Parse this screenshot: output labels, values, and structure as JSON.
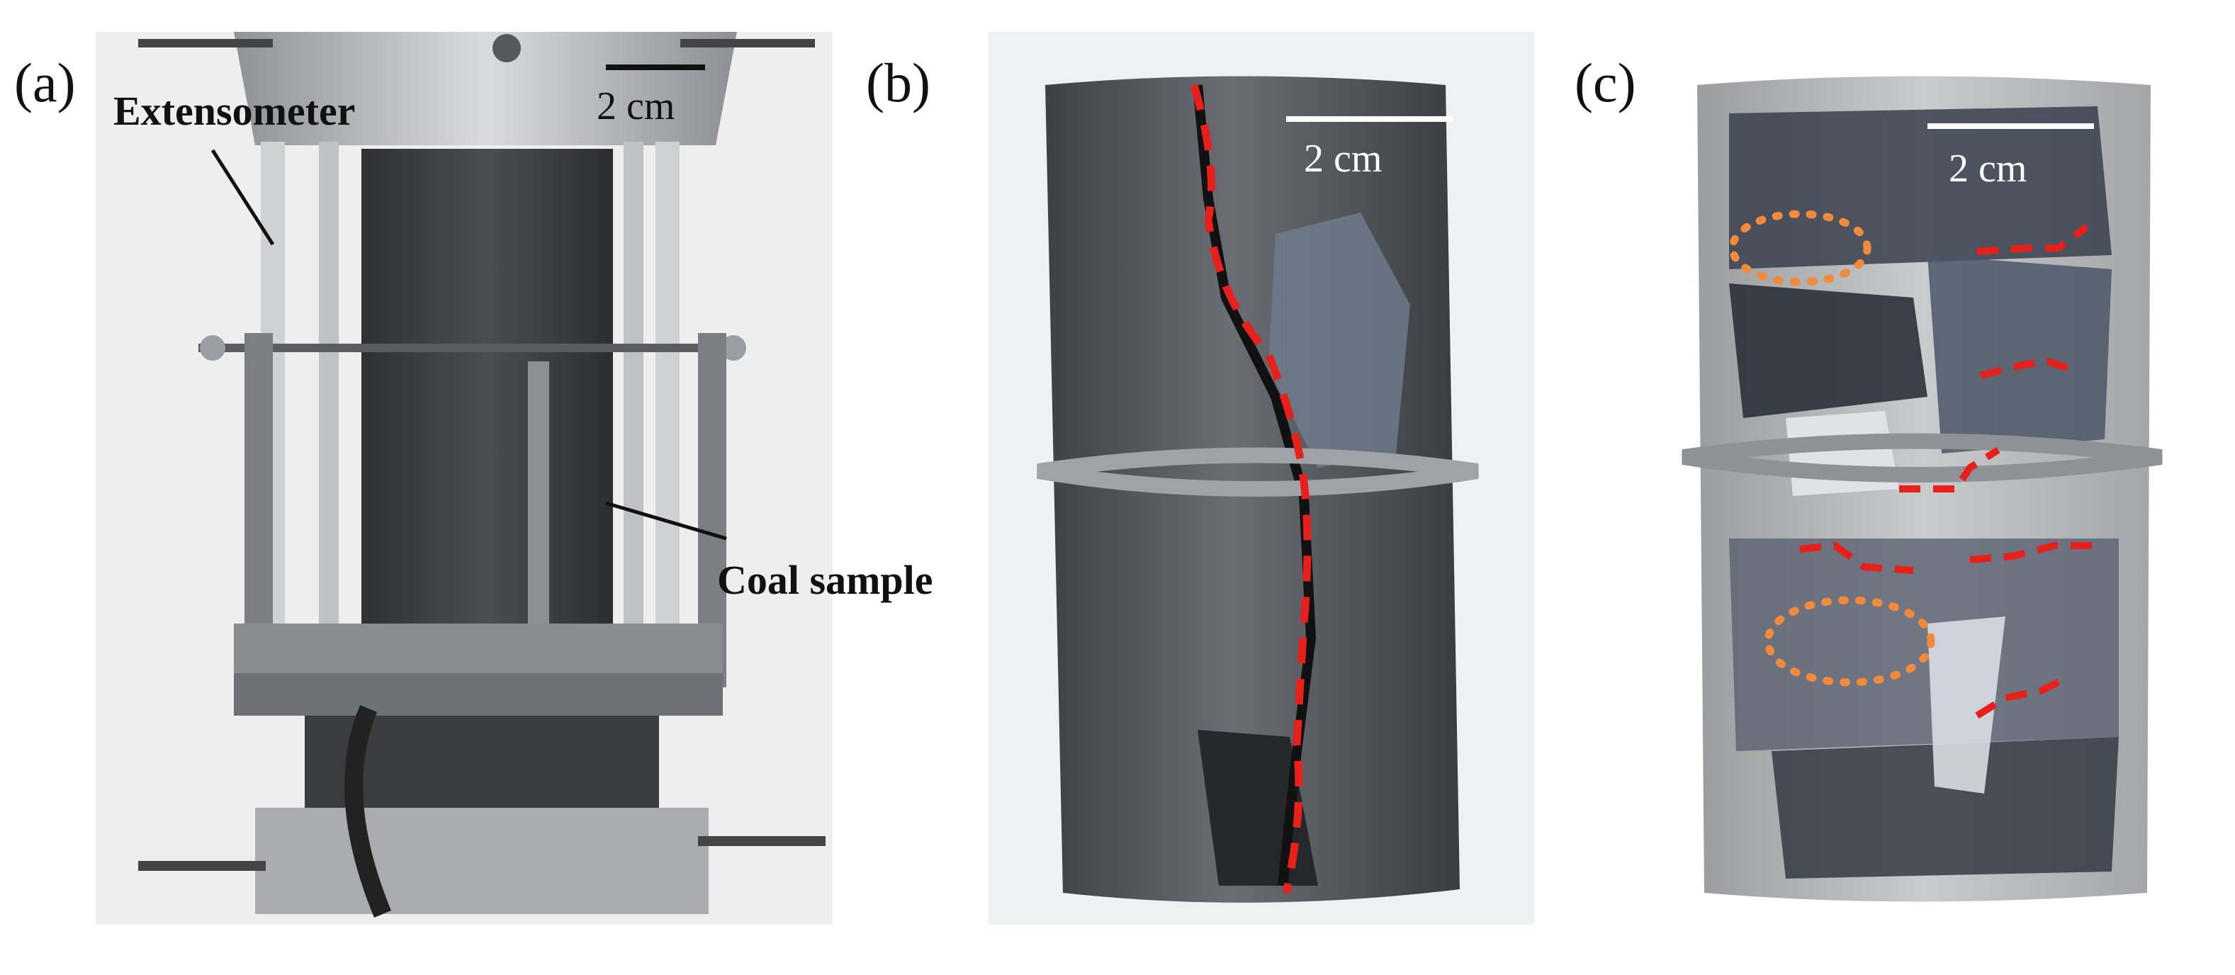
{
  "figure": {
    "panels": [
      {
        "id": "a",
        "label": "(a)",
        "scale": "2 cm",
        "annotations": {
          "extensometer": "Extensometer",
          "coal_sample": "Coal sample"
        }
      },
      {
        "id": "b",
        "label": "(b)",
        "scale": "2 cm"
      },
      {
        "id": "c",
        "label": "(c)",
        "scale": "2 cm"
      }
    ],
    "colors": {
      "crack_line": "#e8201c",
      "damage_zone": "#f08a3c",
      "coal_dark": "#3a3d42",
      "steel": "#b9bcbf"
    }
  }
}
